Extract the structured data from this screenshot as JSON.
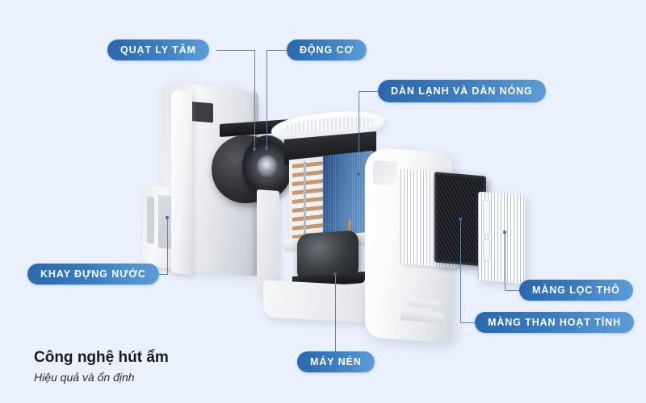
{
  "page": {
    "background_color": "#eaf0fc",
    "subject": "Dehumidifier exploded-view diagram"
  },
  "caption": {
    "title": "Công nghệ hút ẩm",
    "subtitle": "Hiệu quả và ổn định"
  },
  "theme": {
    "pill_gradient_start": "#2a66ab",
    "pill_gradient_end": "#5d9ed8",
    "pill_text_color": "#ffffff",
    "connector_line_color": "#6b7f9e",
    "connector_dot_color": "#2f6bb0",
    "title_color": "#1a1a1a"
  },
  "callouts": [
    {
      "id": "fan",
      "label": "QUẠT LY TÂM",
      "part": "centrifugal-fan"
    },
    {
      "id": "motor",
      "label": "ĐỘNG CƠ",
      "part": "motor"
    },
    {
      "id": "coils",
      "label": "DÀN LẠNH VÀ DÀN NÓNG",
      "part": "evaporator-condenser-coils"
    },
    {
      "id": "water_tray",
      "label": "KHAY ĐỰNG NƯỚC",
      "part": "water-tray"
    },
    {
      "id": "pre_filter",
      "label": "MÀNG LỌC THÔ",
      "part": "pre-filter"
    },
    {
      "id": "carbon_filter",
      "label": "MÀNG THAN HOẠT TÍNH",
      "part": "activated-carbon-filter"
    },
    {
      "id": "compressor",
      "label": "MÁY NÉN",
      "part": "compressor"
    }
  ]
}
